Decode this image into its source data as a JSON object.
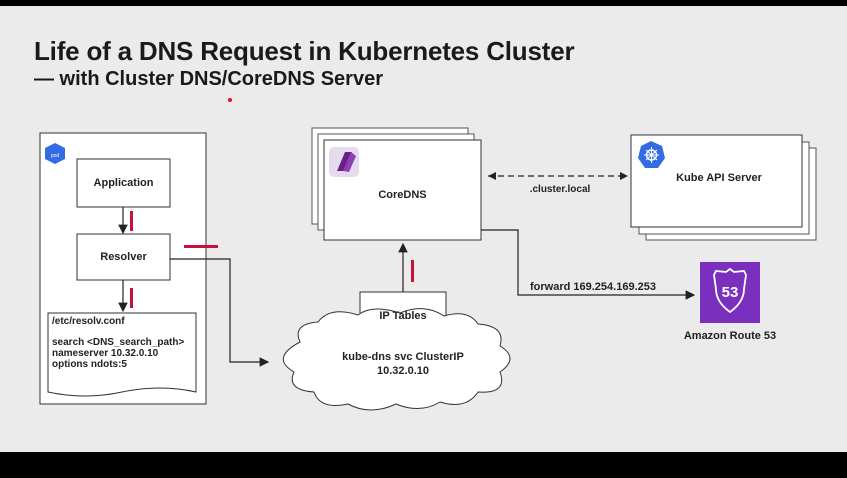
{
  "title": "Life of a DNS Request in Kubernetes Cluster",
  "subtitle": "— with Cluster DNS/CoreDNS Server",
  "pod": {
    "icon_text": "pod",
    "application": "Application",
    "resolver": "Resolver",
    "resolv_conf": {
      "header": "/etc/resolv.conf",
      "line1": "search <DNS_search_path>",
      "line2": "nameserver 10.32.0.10",
      "line3": "options ndots:5"
    }
  },
  "coredns": {
    "label": "CoreDNS"
  },
  "api_server": {
    "label": "Kube API Server"
  },
  "cluster_local_label": ".cluster.local",
  "forward_label": "forward 169.254.169.253",
  "route53": {
    "label": "Amazon Route 53",
    "badge_text": "53"
  },
  "iptables": {
    "label": "IP Tables"
  },
  "kube_dns": {
    "line1": "kube-dns svc ClusterIP",
    "line2": "10.32.0.10"
  },
  "colors": {
    "accent_red": "#c8103c",
    "k8s_blue": "#326ce5",
    "coredns_purple": "#6b1f8a",
    "route53_purple": "#7b2fbe"
  }
}
